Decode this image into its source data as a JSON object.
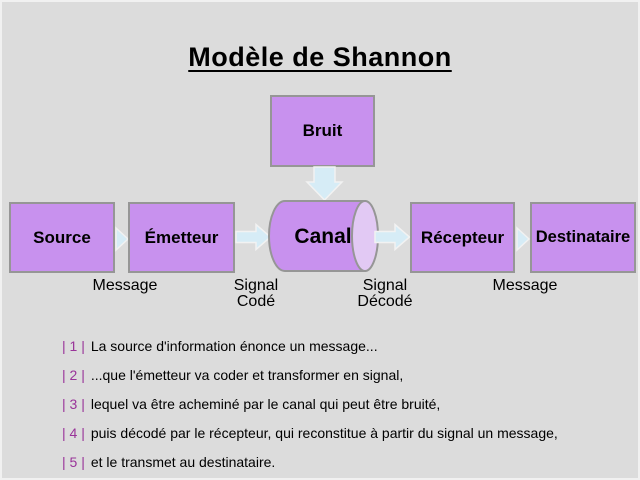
{
  "title": "Modèle de Shannon",
  "colors": {
    "background": "#dcdcdc",
    "box_fill": "#c891ee",
    "box_border": "#969696",
    "cylinder_cap_fill": "#e2c9f4",
    "arrow_fill": "#d6ecf6",
    "arrow_border": "#f2f2f2",
    "step_marker": "#993399",
    "text": "#000000"
  },
  "diagram": {
    "noise": {
      "label": "Bruit"
    },
    "nodes": {
      "source": "Source",
      "emetteur": "Émetteur",
      "canal": "Canal",
      "recepteur": "Récepteur",
      "destinataire": "Destinataire"
    },
    "flow_labels": [
      {
        "lines": [
          "Message",
          ""
        ]
      },
      {
        "lines": [
          "Signal",
          "Codé"
        ]
      },
      {
        "lines": [
          "Signal",
          "Décodé"
        ]
      },
      {
        "lines": [
          "Message",
          ""
        ]
      }
    ]
  },
  "steps": [
    {
      "marker": "| 1 |",
      "text": "La source d'information énonce un message..."
    },
    {
      "marker": "| 2 |",
      "text": "...que l'émetteur va coder et transformer en signal,"
    },
    {
      "marker": "| 3 |",
      "text": "lequel va être acheminé par le canal qui peut être bruité,"
    },
    {
      "marker": "| 4 |",
      "text": "puis décodé par le récepteur, qui reconstitue à partir du signal un message,"
    },
    {
      "marker": "| 5 |",
      "text": "et le transmet au destinataire."
    }
  ]
}
